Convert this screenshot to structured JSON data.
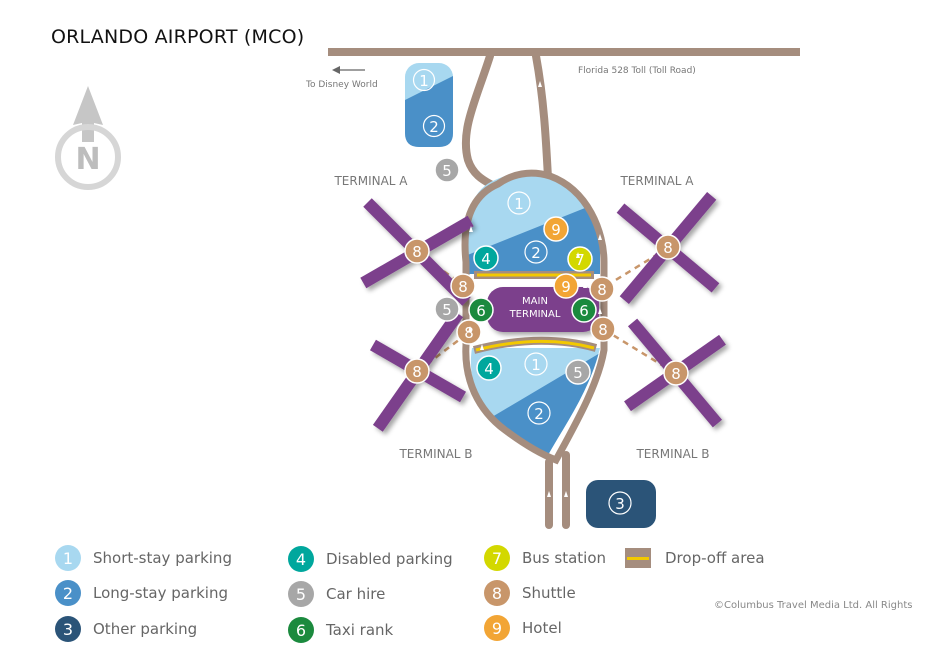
{
  "title": "ORLANDO AIRPORT (MCO)",
  "copyright": "©Columbus Travel Media Ltd. All Rights",
  "compass": {
    "letter": "N"
  },
  "roads": {
    "toll_road": "Florida 528 Toll (Toll Road)",
    "to_disney": "To Disney World"
  },
  "terminals": {
    "main": [
      "MAIN",
      "TERMINAL"
    ],
    "a_left": "TERMINAL A",
    "a_right": "TERMINAL A",
    "b_left": "TERMINAL B",
    "b_right": "TERMINAL B"
  },
  "colors": {
    "short_stay": "#a8d8f0",
    "long_stay": "#4a90c8",
    "other_parking": "#2b5478",
    "disabled": "#00a79d",
    "car_hire": "#a7a7a7",
    "taxi": "#1b8a3e",
    "bus": "#d3d800",
    "shuttle": "#c8966a",
    "hotel": "#f2a535",
    "road": "#a58d7e",
    "gate": "#7b3f8c",
    "dropoff": "#f3c900"
  },
  "legend": [
    {
      "number": "1",
      "label": "Short-stay parking",
      "color": "#a8d8f0"
    },
    {
      "number": "2",
      "label": "Long-stay parking",
      "color": "#4a90c8"
    },
    {
      "number": "3",
      "label": "Other parking",
      "color": "#2b5478"
    },
    {
      "number": "4",
      "label": "Disabled parking",
      "color": "#00a79d"
    },
    {
      "number": "5",
      "label": "Car hire",
      "color": "#a7a7a7"
    },
    {
      "number": "6",
      "label": "Taxi rank",
      "color": "#1b8a3e"
    },
    {
      "number": "7",
      "label": "Bus station",
      "color": "#d3d800"
    },
    {
      "number": "8",
      "label": "Shuttle",
      "color": "#c8966a"
    },
    {
      "number": "9",
      "label": "Hotel",
      "color": "#f2a535"
    }
  ],
  "dropoff_label": "Drop-off area",
  "markers": {
    "m1": "1",
    "m2": "2",
    "m3": "3",
    "m4": "4",
    "m5": "5",
    "m6": "6",
    "m7": "7",
    "m8": "8",
    "m9": "9"
  }
}
